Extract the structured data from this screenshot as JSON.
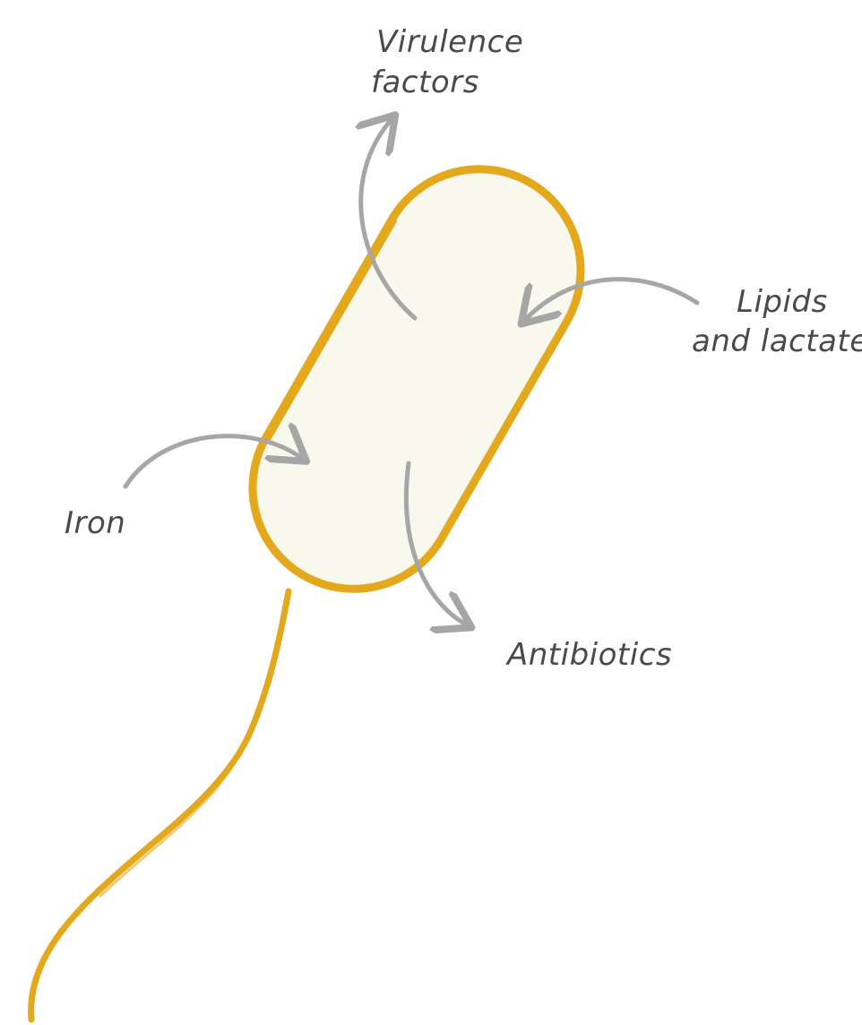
{
  "colors": {
    "membrane": "#e4a81c",
    "cytoplasm": "#f8f8ec",
    "arrow": "#a6a6a6",
    "label": "#4a4a4a"
  },
  "labels": {
    "virulence_line1": "Virulence",
    "virulence_line2": "factors",
    "lipids_line1": "Lipids",
    "lipids_line2": "and lactate",
    "iron": "Iron",
    "antibiotics": "Antibiotics"
  }
}
